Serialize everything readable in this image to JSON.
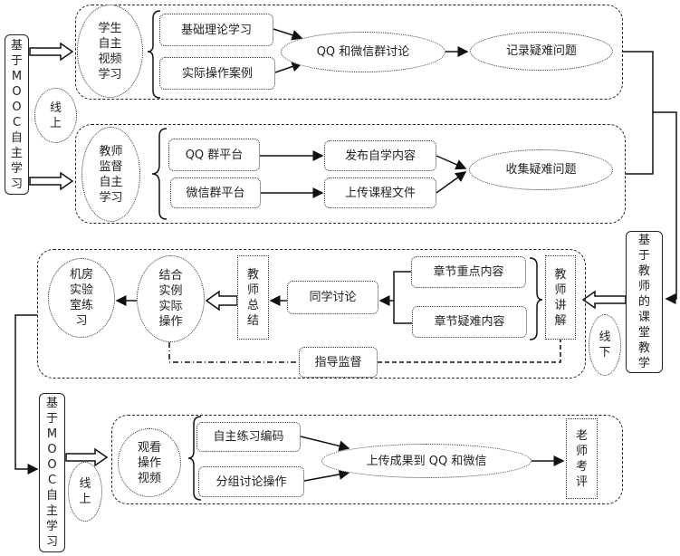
{
  "online_1": {
    "source": "基于\nM\nO\nO\nC\n自\n主\n学\n习",
    "mode": "线\n上",
    "student_group": {
      "title": "学生\n自主\n视频\n学习",
      "items": [
        "基础理论学习",
        "实际操作案例"
      ],
      "discussion": "QQ 和微信群讨论",
      "result": "记录疑难问题"
    },
    "teacher_group": {
      "title": "教师\n监督\n自主\n学习",
      "platforms": [
        "QQ 群平台",
        "微信群平台"
      ],
      "actions": [
        "发布自学内容",
        "上传课程文件"
      ],
      "result": "收集疑难问题"
    }
  },
  "offline": {
    "source": "基\n于\n教\n师\n的\n课\n堂\n教\n学",
    "mode": "线\n下",
    "lecture": "教\n师\n讲\n解",
    "contents": [
      "章节重点内容",
      "章节疑难内容"
    ],
    "discussion": "同学讨论",
    "summary": "教\n师\n总\n结",
    "practice": "结合\n实例\n实际\n操作",
    "lab": "机房\n实验\n室练\n习",
    "supervision": "指导监督"
  },
  "online_2": {
    "source": "基\n于\nM\nO\nO\nC\n自\n主\n学\n习",
    "mode": "线\n上",
    "video": "观看\n操作\n视频",
    "items": [
      "自主练习编码",
      "分组讨论操作"
    ],
    "upload": "上传成果到 QQ 和微信",
    "evaluation": "老\n师\n考\n评"
  }
}
